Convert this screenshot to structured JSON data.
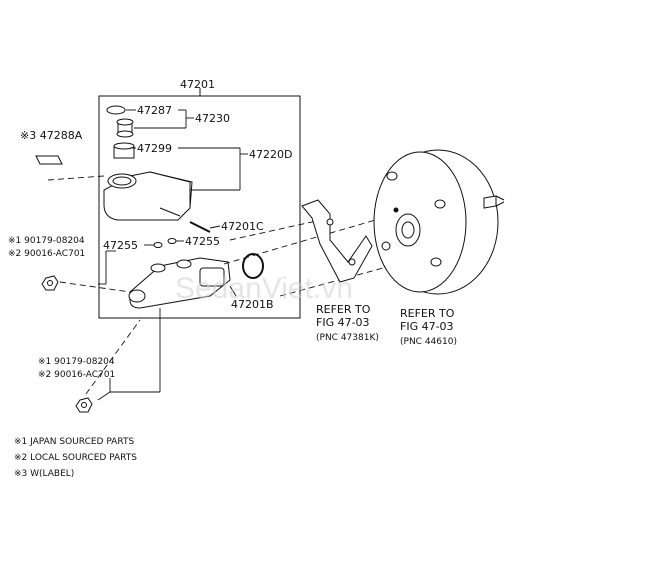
{
  "parts": {
    "p47201": "47201",
    "p47287": "47287",
    "p47230": "47230",
    "p47288a": "※3 47288A",
    "p47299": "47299",
    "p47220d": "47220D",
    "p47201c": "47201C",
    "p47255a": "47255",
    "p47255b": "47255",
    "p47201b": "47201B",
    "bolt_upper_1": "※1 90179-08204",
    "bolt_upper_2": "※2 90016-AC701",
    "bolt_lower_1": "※1 90179-08204",
    "bolt_lower_2": "※2 90016-AC701"
  },
  "refs": {
    "bracket_line1": "REFER TO",
    "bracket_line2": "FIG 47-03",
    "bracket_line3": "(PNC 47381K)",
    "booster_line1": "REFER TO",
    "booster_line2": "FIG 47-03",
    "booster_line3": "(PNC 44610)"
  },
  "notes": {
    "n1": "※1 JAPAN SOURCED PARTS",
    "n2": "※2 LOCAL SOURCED PARTS",
    "n3": "※3 W(LABEL)"
  },
  "watermark": "SedanViet.vn"
}
